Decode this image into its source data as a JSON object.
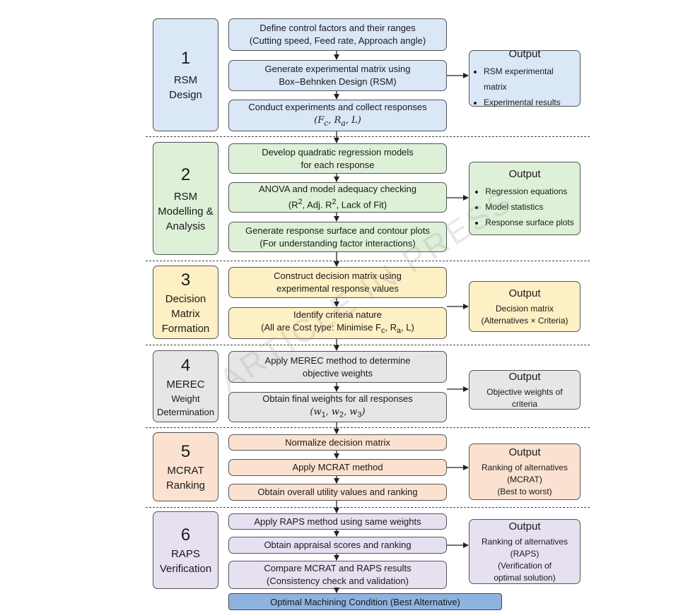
{
  "colors": {
    "blue": "#dae7f7",
    "green": "#dff0d8",
    "yellow": "#fdf0c4",
    "gray": "#e6e6e6",
    "orange": "#fbe2d0",
    "purple": "#e7e0f1",
    "final": "#8fb3e0"
  },
  "stages": [
    {
      "num": "1",
      "lines": [
        "RSM",
        "Design"
      ]
    },
    {
      "num": "2",
      "lines": [
        "RSM",
        "Modelling &",
        "Analysis"
      ]
    },
    {
      "num": "3",
      "lines": [
        "Decision",
        "Matrix",
        "Formation"
      ]
    },
    {
      "num": "4",
      "lines": [
        "MEREC",
        "Weight",
        "Determination"
      ]
    },
    {
      "num": "5",
      "lines": [
        "MCRAT",
        "Ranking"
      ]
    },
    {
      "num": "6",
      "lines": [
        "RAPS",
        "Verification"
      ]
    }
  ],
  "steps": {
    "s1a": [
      "Define control factors and their ranges",
      "(Cutting speed, Feed rate, Approach angle)"
    ],
    "s1b": [
      "Generate experimental matrix using",
      "Box–Behnken Design (RSM)"
    ],
    "s1c": [
      "Conduct experiments and collect responses",
      "(F",
      "c",
      ", R",
      "a",
      ", L)"
    ],
    "s2a": [
      "Develop quadratic regression models",
      "for each response"
    ],
    "s2b": [
      "ANOVA and model adequacy checking",
      "(R",
      "2",
      ", Adj. R",
      "2",
      ", Lack of Fit)"
    ],
    "s2c": [
      "Generate response surface and contour plots",
      "(For understanding factor interactions)"
    ],
    "s3a": [
      "Construct decision matrix using",
      "experimental response values"
    ],
    "s3b": [
      "Identify criteria nature",
      "(All are Cost type: Minimise F",
      "c",
      ", R",
      "a",
      ", L)"
    ],
    "s4a": [
      "Apply MEREC method to determine",
      "objective weights"
    ],
    "s4b": [
      "Obtain final weights for all responses",
      "(w",
      "1",
      ", w",
      "2",
      ", w",
      "3",
      ")"
    ],
    "s5a": [
      "Normalize decision matrix"
    ],
    "s5b": [
      "Apply MCRAT method"
    ],
    "s5c": [
      "Obtain overall utility values and ranking"
    ],
    "s6a": [
      "Apply RAPS method using same weights"
    ],
    "s6b": [
      "Obtain appraisal scores and ranking"
    ],
    "s6c": [
      "Compare MCRAT and RAPS results",
      "(Consistency check and validation)"
    ]
  },
  "outputs": [
    {
      "title": "Output",
      "bullets": [
        "RSM experimental matrix",
        "Experimental results"
      ]
    },
    {
      "title": "Output",
      "bullets": [
        "Regression equations",
        "Model statistics",
        "Response surface plots"
      ]
    },
    {
      "title": "Output",
      "lines": [
        "Decision matrix",
        "(Alternatives × Criteria)"
      ]
    },
    {
      "title": "Output",
      "lines": [
        "Objective weights of criteria"
      ]
    },
    {
      "title": "Output",
      "lines": [
        "Ranking of alternatives",
        "(MCRAT)",
        "(Best to worst)"
      ]
    },
    {
      "title": "Output",
      "lines": [
        "Ranking of alternatives",
        "(RAPS)",
        "(Verification of",
        "optimal solution)"
      ]
    }
  ],
  "final": "Optimal Machining Condition (Best Alternative)",
  "watermark": "ARTICLE IN PRESS"
}
